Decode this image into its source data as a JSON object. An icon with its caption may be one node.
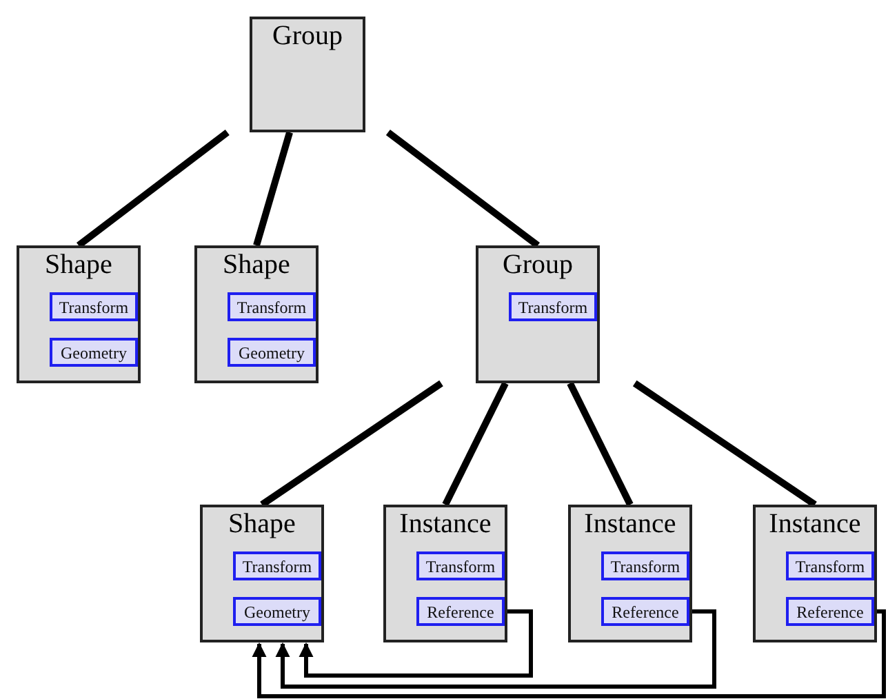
{
  "diagram": {
    "nodes": [
      {
        "text": [
          "Group"
        ]
      },
      {
        "text": [
          "Shape"
        ]
      },
      {
        "text": [
          "Transform"
        ],
        "in": 1
      },
      {
        "text": [
          "Geometry"
        ],
        "in": 1
      },
      {
        "text": [
          "Shape"
        ]
      },
      {
        "text": [
          "Transform"
        ],
        "in": 4
      },
      {
        "text": [
          "Geometry"
        ],
        "in": 4
      },
      {
        "text": [
          "Group"
        ]
      },
      {
        "text": [
          "Transform"
        ],
        "in": 7
      },
      {
        "text": [
          "Shape"
        ]
      },
      {
        "text": [
          "Transform"
        ],
        "in": 9
      },
      {
        "text": [
          "Geometry"
        ],
        "in": 9
      },
      {
        "text": [
          "Instance"
        ]
      },
      {
        "text": [
          "Transform"
        ],
        "in": 12
      },
      {
        "text": [
          "Reference"
        ],
        "in": 12
      },
      {
        "text": [
          "Instance"
        ]
      },
      {
        "text": [
          "Transform"
        ],
        "in": 15
      },
      {
        "text": [
          "Reference"
        ],
        "in": 15
      },
      {
        "text": [
          "Instance"
        ]
      },
      {
        "text": [
          "Transform"
        ],
        "in": 18
      },
      {
        "text": [
          "Reference"
        ],
        "in": 18
      }
    ],
    "edges": [
      {
        "from": 0,
        "to": 1,
        "arrow": "none"
      },
      {
        "from": 0,
        "to": 4,
        "arrow": "none"
      },
      {
        "from": 0,
        "to": 7,
        "arrow": "none"
      },
      {
        "from": 7,
        "to": 9,
        "arrow": "none"
      },
      {
        "from": 7,
        "to": 12,
        "arrow": "none"
      },
      {
        "from": 7,
        "to": 15,
        "arrow": "none"
      },
      {
        "from": 7,
        "to": 18,
        "arrow": "none"
      },
      {
        "from": 14,
        "to": 9,
        "arrow": "to"
      },
      {
        "from": 17,
        "to": 9,
        "arrow": "to"
      },
      {
        "from": 20,
        "to": 9,
        "arrow": "to"
      }
    ]
  }
}
